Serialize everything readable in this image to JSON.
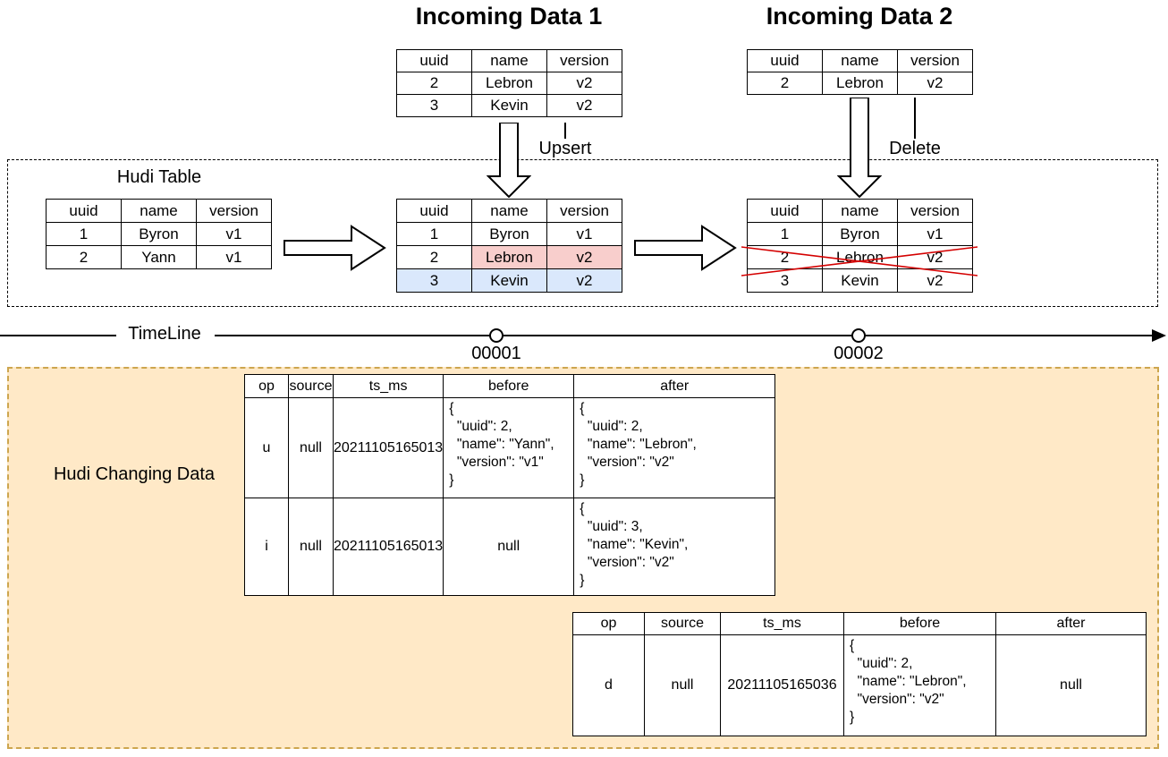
{
  "diagram": {
    "record_columns": [
      "uuid",
      "name",
      "version"
    ],
    "incoming1": {
      "title": "Incoming Data 1",
      "rows": [
        [
          "2",
          "Lebron",
          "v2"
        ],
        [
          "3",
          "Kevin",
          "v2"
        ]
      ]
    },
    "incoming2": {
      "title": "Incoming Data 2",
      "rows": [
        [
          "2",
          "Lebron",
          "v2"
        ]
      ]
    },
    "hudi_box_title": "Hudi Table",
    "hudi_initial": {
      "rows": [
        [
          "1",
          "Byron",
          "v1"
        ],
        [
          "2",
          "Yann",
          "v1"
        ]
      ]
    },
    "hudi_upserted": {
      "rows": [
        [
          "1",
          "Byron",
          "v1"
        ],
        [
          "2",
          "Lebron",
          "v2"
        ],
        [
          "3",
          "Kevin",
          "v2"
        ]
      ]
    },
    "hudi_deleted": {
      "rows": [
        [
          "1",
          "Byron",
          "v1"
        ],
        [
          "2",
          "Lebron",
          "v2"
        ],
        [
          "3",
          "Kevin",
          "v2"
        ]
      ]
    },
    "labels": {
      "upsert": "Upsert",
      "delete": "Delete"
    },
    "timeline": {
      "label": "TimeLine",
      "instants": [
        "00001",
        "00002"
      ]
    },
    "changing": {
      "title": "Hudi Changing Data",
      "columns": [
        "op",
        "source",
        "ts_ms",
        "before",
        "after"
      ],
      "table1": {
        "rows": [
          {
            "op": "u",
            "source": "null",
            "ts_ms": "20211105165013",
            "before": "{\n  \"uuid\": 2,\n  \"name\": \"Yann\",\n  \"version\": \"v1\"\n}",
            "after": "{\n  \"uuid\": 2,\n  \"name\": \"Lebron\",\n  \"version\": \"v2\"\n}"
          },
          {
            "op": "i",
            "source": "null",
            "ts_ms": "20211105165013",
            "before": "null",
            "after": "{\n  \"uuid\": 3,\n  \"name\": \"Kevin\",\n  \"version\": \"v2\"\n}"
          }
        ]
      },
      "table2": {
        "rows": [
          {
            "op": "d",
            "source": "null",
            "ts_ms": "20211105165036",
            "before": "{\n  \"uuid\": 2,\n  \"name\": \"Lebron\",\n  \"version\": \"v2\"\n}",
            "after": "null"
          }
        ]
      }
    },
    "colors": {
      "red_highlight": "#f8cecc",
      "blue_highlight": "#dae8fc",
      "cross_out": "#d40000",
      "changing_box_fill": "#ffe9c7",
      "changing_box_border": "#cda64e"
    }
  }
}
